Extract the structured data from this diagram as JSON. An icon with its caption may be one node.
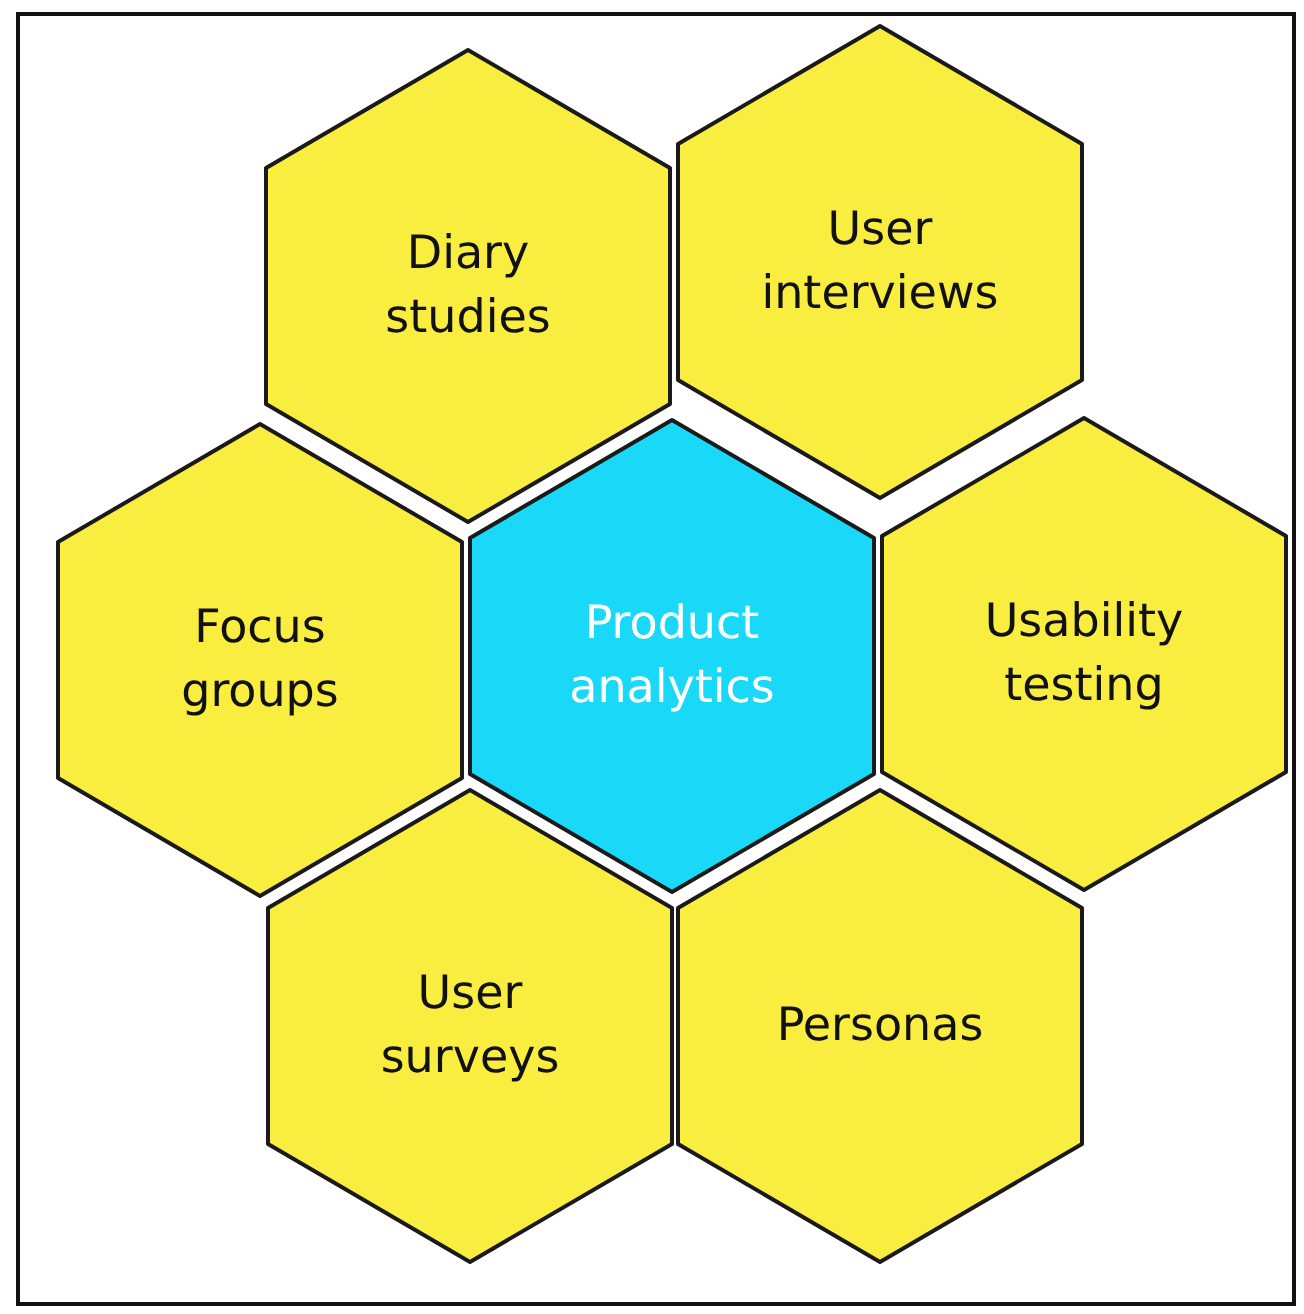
{
  "diagram": {
    "nodes": [
      {
        "text": [
          "Diary studies"
        ]
      },
      {
        "text": [
          "User interviews"
        ]
      },
      {
        "text": [
          "Focus groups"
        ]
      },
      {
        "text": [
          "Product analytics"
        ]
      },
      {
        "text": [
          "Usability testing"
        ]
      },
      {
        "text": [
          "User surveys"
        ]
      },
      {
        "text": [
          "Personas"
        ]
      }
    ]
  }
}
